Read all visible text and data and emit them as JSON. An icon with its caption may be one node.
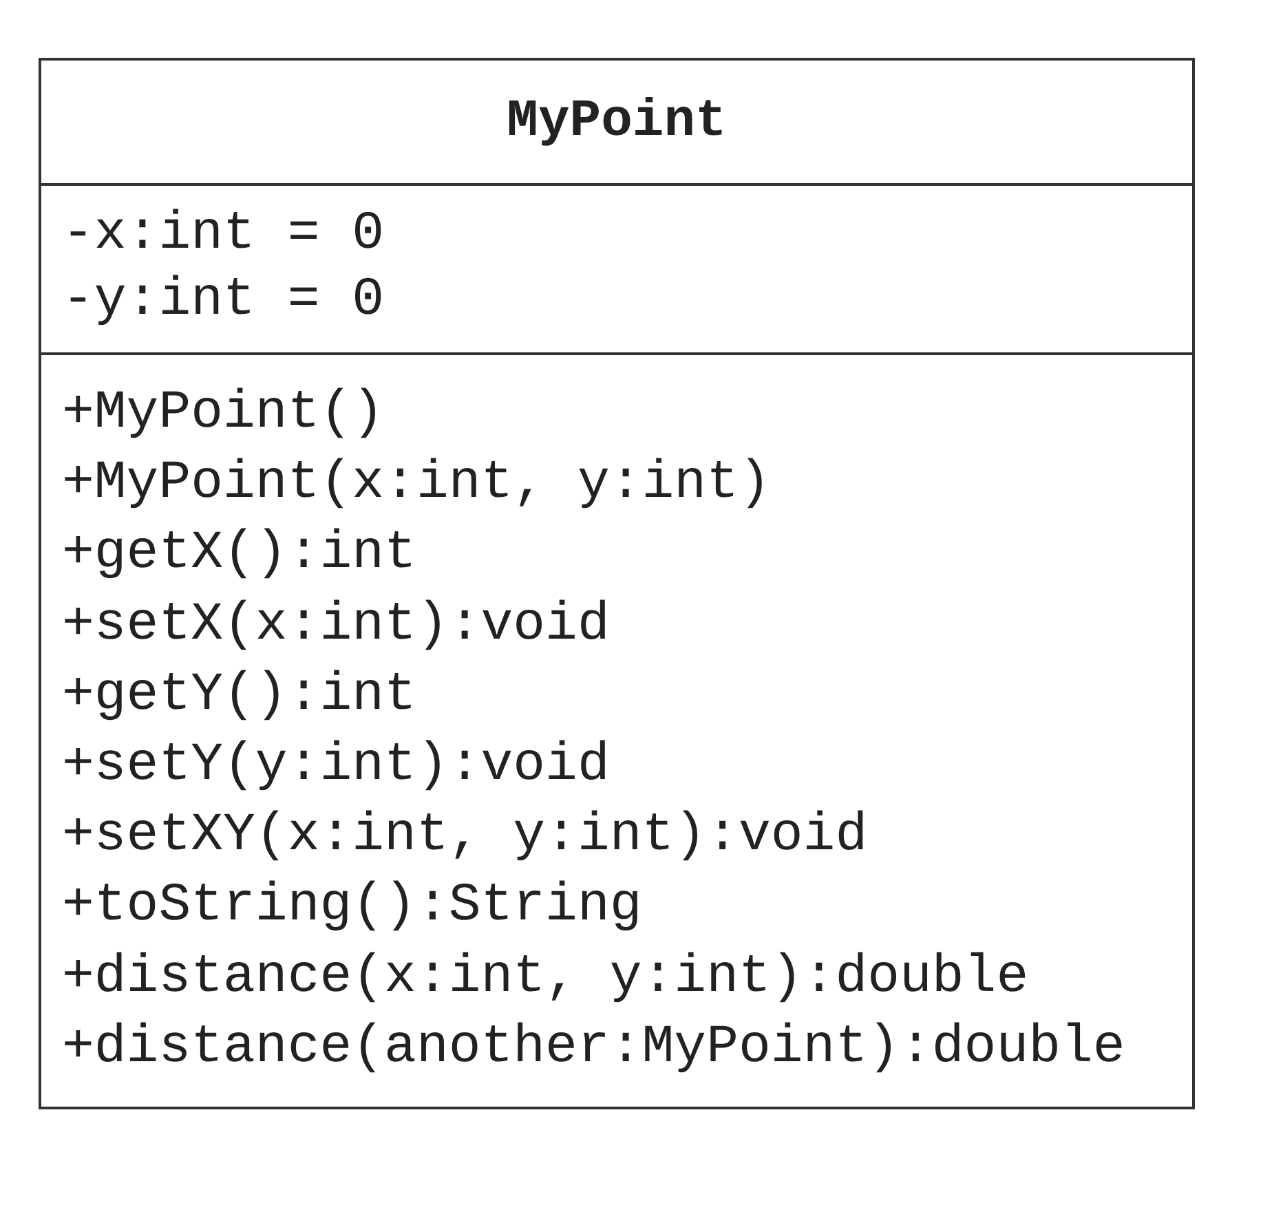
{
  "diagram": {
    "nodes": [
      {
        "text": [
          "MyPoint"
        ]
      },
      {
        "text": [
          "-x:int = 0",
          "-y:int = 0"
        ],
        "in": 0
      },
      {
        "text": [
          "+MyPoint()",
          "+MyPoint(x:int, y:int)",
          "+getX():int",
          "+setX(x:int):void",
          "+getY():int",
          "+setY(y:int):void",
          "+setXY(x:int, y:int):void",
          "+toString():String",
          "+distance(x:int, y:int):double",
          "+distance(another:MyPoint):double"
        ],
        "in": 0
      }
    ]
  }
}
